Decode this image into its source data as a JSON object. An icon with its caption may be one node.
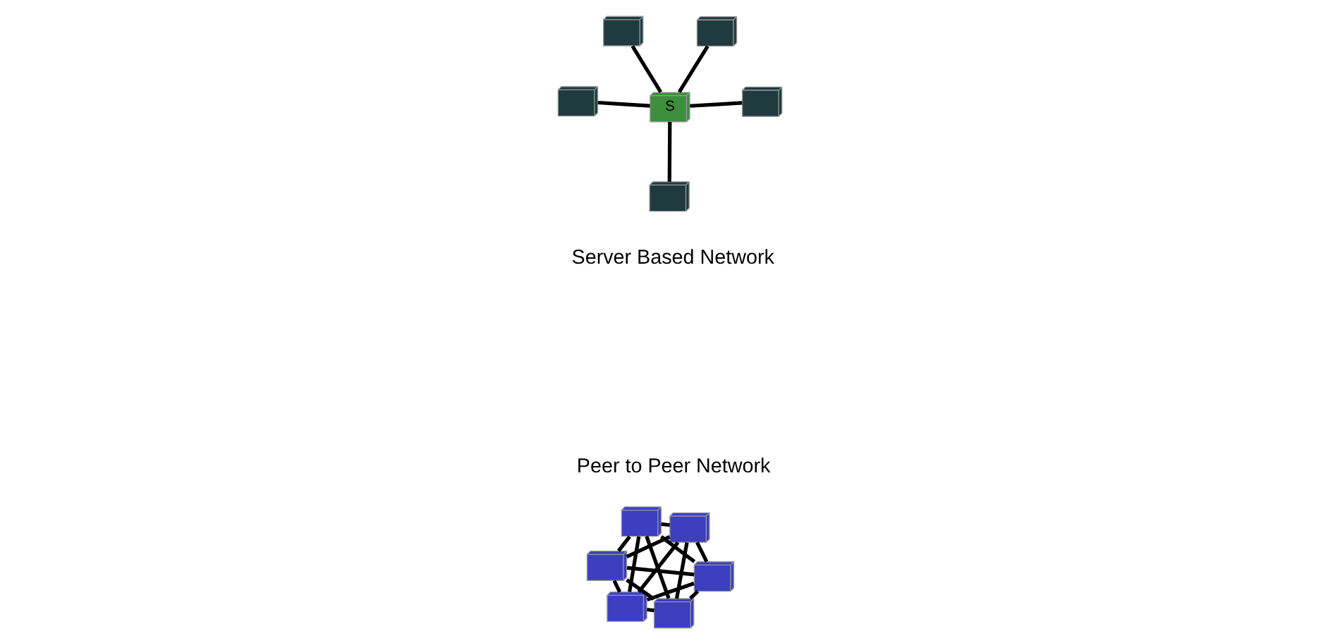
{
  "diagram": {
    "nodes": [
      {
        "text": [],
        "shape": "picture"
      },
      {
        "text": [],
        "shape": "picture"
      },
      {
        "text": [
          "S"
        ]
      },
      {
        "text": [],
        "shape": "picture"
      },
      {
        "text": [],
        "shape": "picture"
      },
      {
        "text": [],
        "shape": "picture"
      },
      {
        "text": [],
        "shape": "picture"
      },
      {
        "text": [],
        "shape": "picture"
      },
      {
        "text": [],
        "shape": "picture"
      },
      {
        "text": [],
        "shape": "picture"
      },
      {
        "text": [],
        "shape": "picture"
      },
      {
        "text": [],
        "shape": "picture"
      }
    ],
    "edges": [
      {
        "from": 2,
        "to": 0,
        "arrow": "none"
      },
      {
        "from": 2,
        "to": 1,
        "arrow": "none"
      },
      {
        "from": 2,
        "to": 3,
        "arrow": "none"
      },
      {
        "from": 2,
        "to": 4,
        "arrow": "none"
      },
      {
        "from": 2,
        "to": 5,
        "arrow": "none"
      },
      {
        "from": 6,
        "to": 7,
        "arrow": "none"
      },
      {
        "from": 6,
        "to": 8,
        "arrow": "none"
      },
      {
        "from": 6,
        "to": 9,
        "arrow": "none"
      },
      {
        "from": 6,
        "to": 10,
        "arrow": "none"
      },
      {
        "from": 6,
        "to": 11,
        "arrow": "none"
      },
      {
        "from": 7,
        "to": 8,
        "arrow": "none"
      },
      {
        "from": 7,
        "to": 9,
        "arrow": "none"
      },
      {
        "from": 7,
        "to": 10,
        "arrow": "none"
      },
      {
        "from": 7,
        "to": 11,
        "arrow": "none"
      },
      {
        "from": 8,
        "to": 9,
        "arrow": "none"
      },
      {
        "from": 8,
        "to": 10,
        "arrow": "none"
      },
      {
        "from": 8,
        "to": 11,
        "arrow": "none"
      },
      {
        "from": 9,
        "to": 10,
        "arrow": "none"
      },
      {
        "from": 9,
        "to": 11,
        "arrow": "none"
      },
      {
        "from": 10,
        "to": 11,
        "arrow": "none"
      }
    ],
    "labels": [
      "Server Based Network",
      "Peer to Peer Network"
    ]
  }
}
